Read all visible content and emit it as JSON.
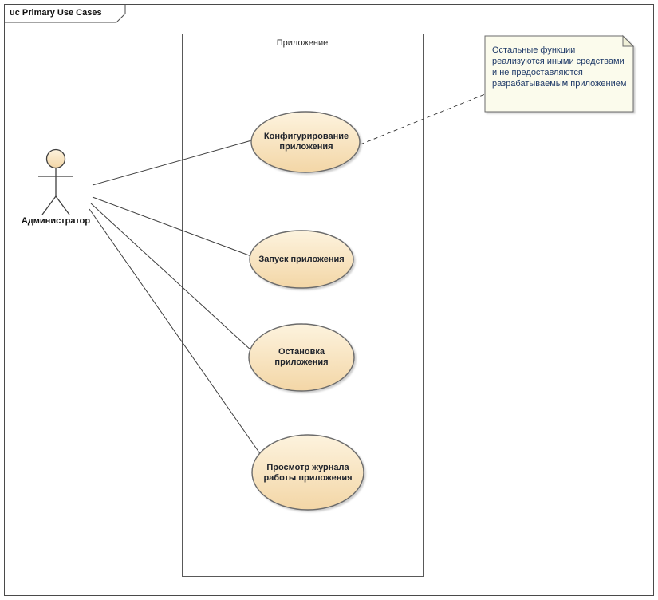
{
  "frame": {
    "label": "uc Primary Use Cases"
  },
  "boundary": {
    "label": "Приложение"
  },
  "actor": {
    "label": "Администратор"
  },
  "use_cases": [
    {
      "label": "Конфигурирование приложения"
    },
    {
      "label": "Запуск приложения"
    },
    {
      "label": "Остановка приложения"
    },
    {
      "label": "Просмотр журнала работы приложения"
    }
  ],
  "note": {
    "text": "Остальные функции реализуются иными средствами и не предоставляются разрабатываемым приложением"
  },
  "colors": {
    "usecase_fill_top": "#fdf3de",
    "usecase_fill_bottom": "#f3d6a6",
    "usecase_stroke": "#6b6b6b",
    "boundary_stroke": "#595959",
    "frame_stroke": "#4a4a4a",
    "line": "#3f3f3f",
    "note_fill": "#fbfbec",
    "note_text": "#1f3a68",
    "background": "#ffffff"
  }
}
